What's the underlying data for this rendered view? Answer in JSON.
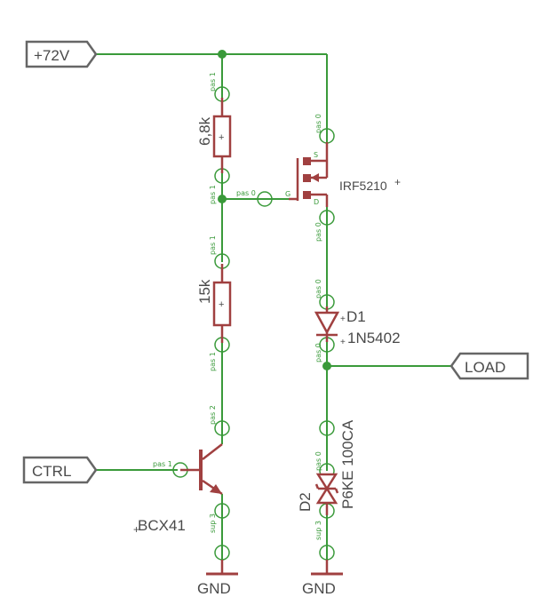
{
  "ports": {
    "vin": "+72V",
    "ctrl": "CTRL",
    "load": "LOAD"
  },
  "grounds": {
    "left": "GND",
    "right": "GND"
  },
  "components": {
    "r1_value": "6,8k",
    "r2_value": "15k",
    "q_mosfet": "IRF5210",
    "q_bjt": "BCX41",
    "d1_name": "D1",
    "d1_value": "1N5402",
    "d2_name": "D2",
    "d2_value": "P6KE 100CA"
  },
  "pin_labels": {
    "pas1": "pas 1",
    "pas0": "pas 0",
    "pas2": "pas 2",
    "sup3": "sup 3",
    "mos_s": "S",
    "mos_g": "G",
    "mos_d": "D",
    "plus": "+"
  },
  "colors": {
    "wire": "#3a9a3a",
    "component": "#a04040",
    "port_border": "#666666",
    "text": "#4a4a4a"
  }
}
